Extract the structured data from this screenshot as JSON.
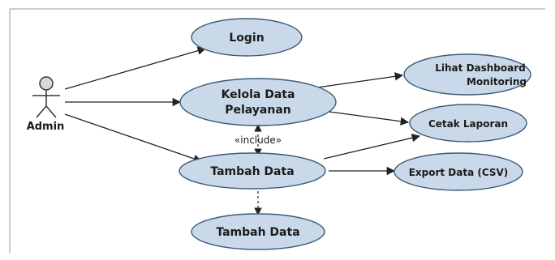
{
  "diagram": {
    "actor": {
      "label": "Admin"
    },
    "use_cases": {
      "login": "Login",
      "kelola_line1": "Kelola Data",
      "kelola_line2": "Pelayanan",
      "lihat_line1": "Lihat Dashboard",
      "lihat_line2": "Monitoring",
      "cetak": "Cetak Laporan",
      "tambah": "Tambah Data",
      "export": "Export Data (CSV)",
      "tambah2": "Tambah Data"
    },
    "relations": {
      "include_label": "«include»"
    },
    "colors": {
      "use_case_fill": "#c9d9ea",
      "use_case_stroke": "#3d5a78",
      "line": "#222222",
      "frame": "#9a9a9a"
    }
  }
}
